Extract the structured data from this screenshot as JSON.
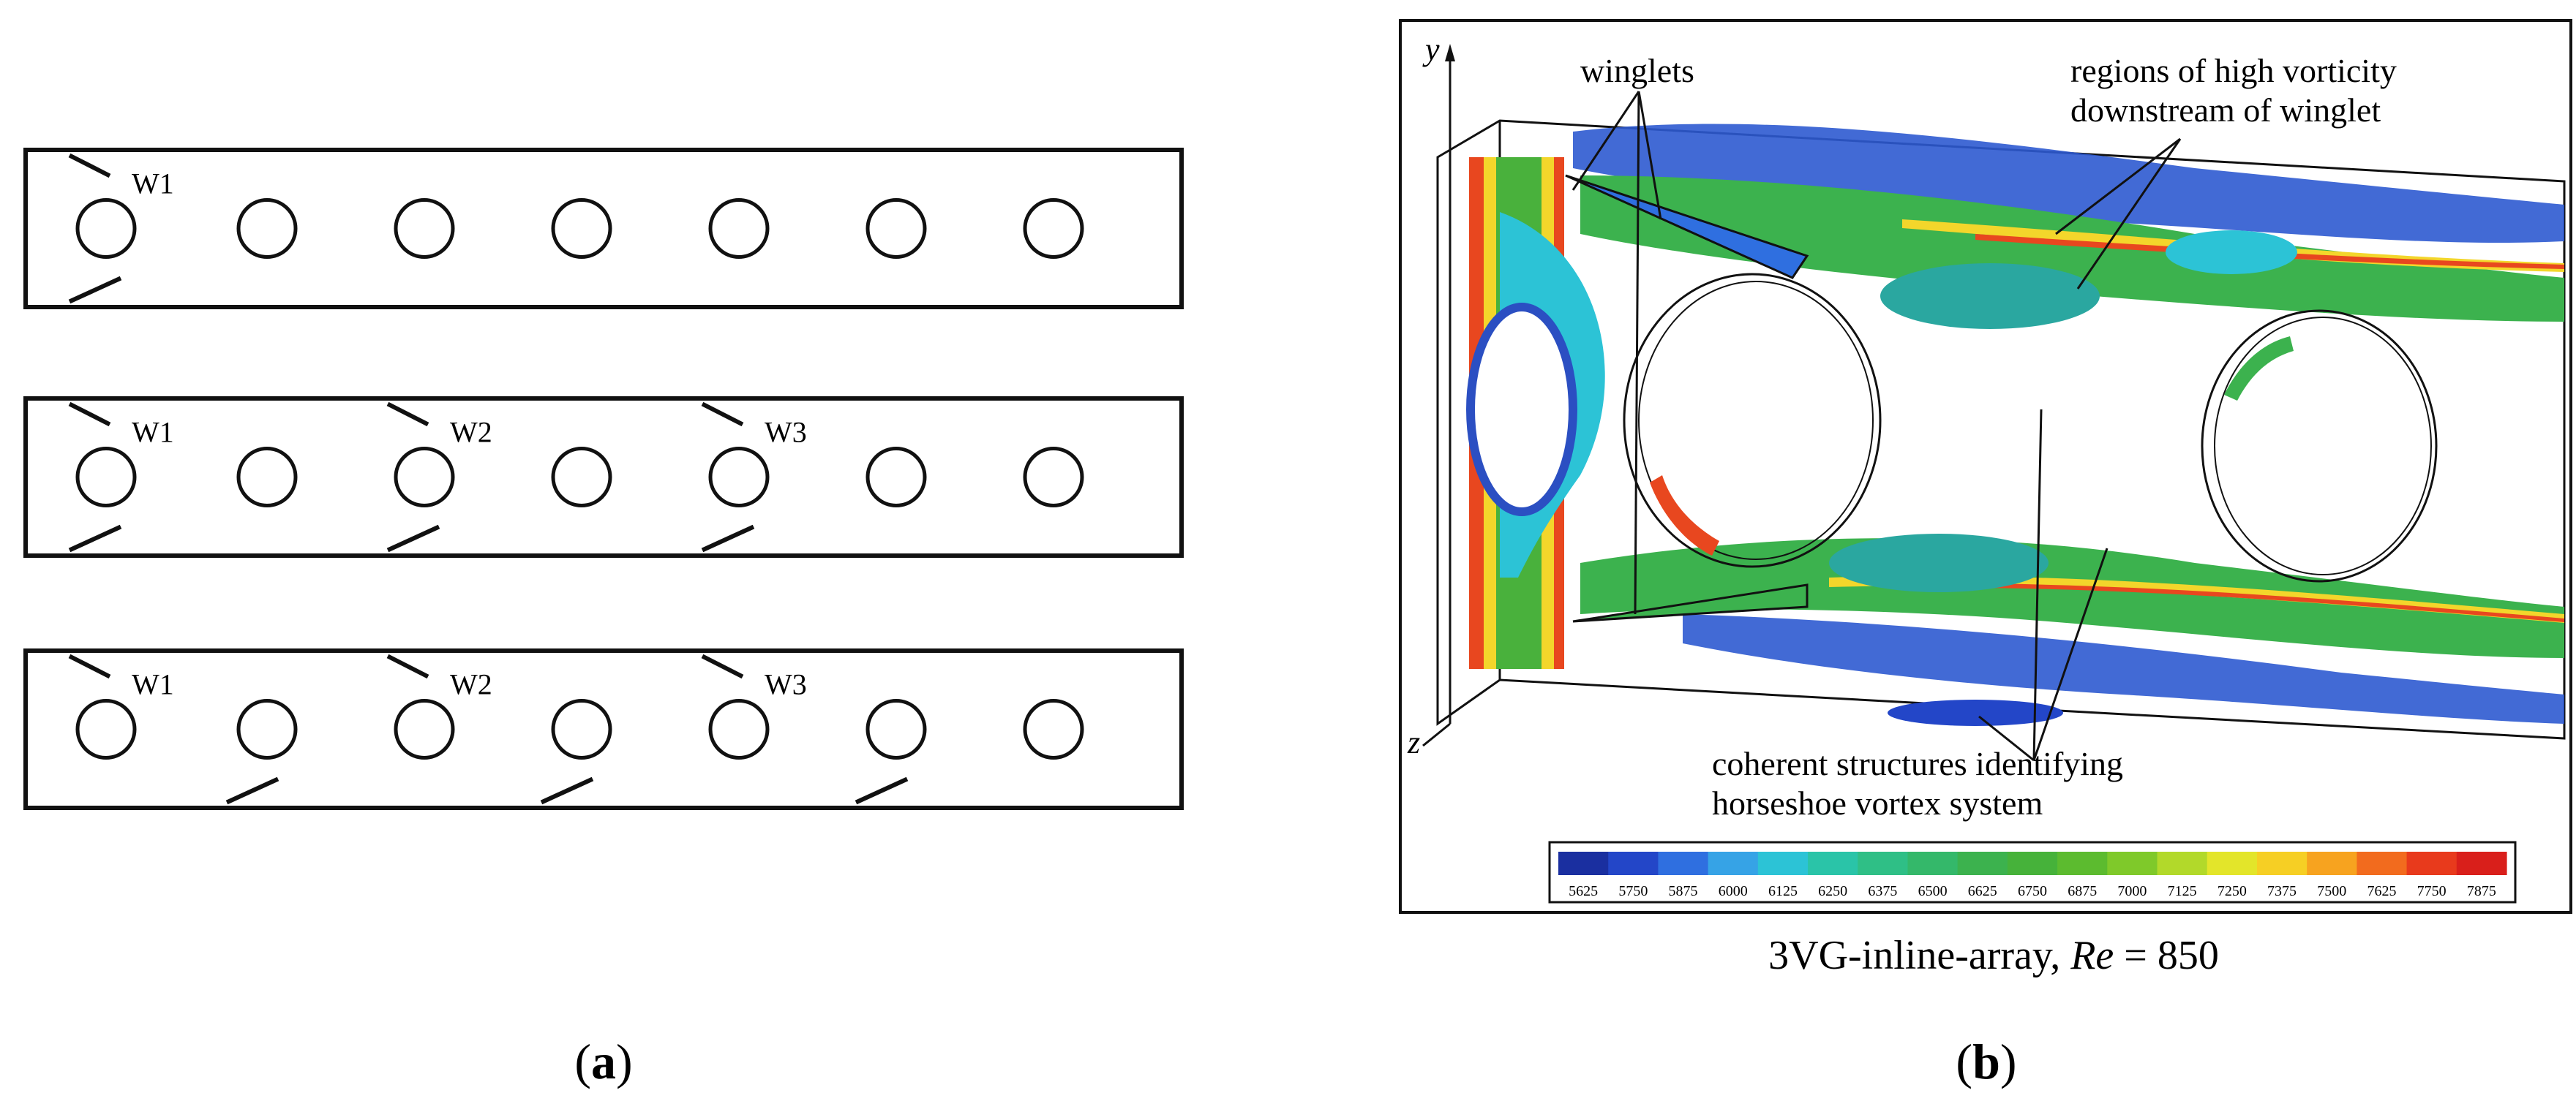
{
  "panel_a": {
    "label": "a",
    "rows": [
      {
        "winglets": [
          {
            "tube": 0,
            "label": "W1",
            "bottom": true
          }
        ]
      },
      {
        "winglets": [
          {
            "tube": 0,
            "label": "W1",
            "bottom": true
          },
          {
            "tube": 2,
            "label": "W2",
            "bottom": true
          },
          {
            "tube": 4,
            "label": "W3",
            "bottom": true
          }
        ]
      },
      {
        "winglets": [
          {
            "tube": 0,
            "label": "W1",
            "bottom": false
          },
          {
            "tube": 2,
            "label": "W2",
            "bottom": false
          },
          {
            "tube": 4,
            "label": "W3",
            "bottom": false
          }
        ],
        "bottom_only": [
          1,
          3,
          5
        ]
      }
    ],
    "tubes_per_row": 7
  },
  "panel_b": {
    "label": "b",
    "caption_prefix": "3VG-inline-array, ",
    "caption_re": "Re",
    "caption_suffix": " = 850",
    "axis_y": "y",
    "axis_z": "z",
    "annotations": {
      "winglets": "winglets",
      "vorticity_line1": "regions of high vorticity",
      "vorticity_line2": "downstream of winglet",
      "coherent_line1": "coherent structures identifying",
      "coherent_line2": "horseshoe vortex system"
    },
    "colorbar": {
      "ticks": [
        "5625",
        "5750",
        "5875",
        "6000",
        "6125",
        "6250",
        "6375",
        "6500",
        "6625",
        "6750",
        "6875",
        "7000",
        "7125",
        "7250",
        "7375",
        "7500",
        "7625",
        "7750",
        "7875"
      ],
      "colors": [
        "#1a2fa0",
        "#2346c8",
        "#2f6fe0",
        "#36a3e6",
        "#2cc3d6",
        "#2ac4a8",
        "#2fbf86",
        "#34b86a",
        "#3cb24e",
        "#46b23a",
        "#5cbb2f",
        "#7fc92a",
        "#b2d92a",
        "#e3e52a",
        "#f6cf24",
        "#f7a31f",
        "#f26b1e",
        "#e83a1c",
        "#d91f1b"
      ]
    }
  }
}
